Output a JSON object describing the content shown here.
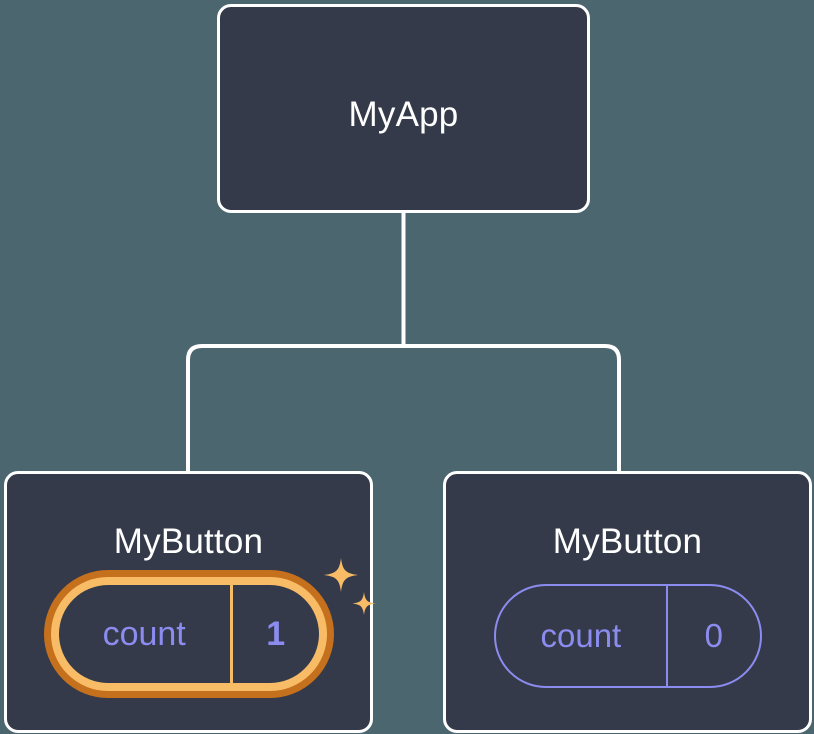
{
  "diagram": {
    "type": "react-component-tree",
    "background_color": "#4c6670",
    "node_fill_color": "#343a49",
    "node_border_color": "#ffffff",
    "connector_color": "#ffffff",
    "state_text_color": "#8c8cf0",
    "highlight_outer_color": "#c4701c",
    "highlight_inner_color": "#f9bc66",
    "sparkle_color": "#f9bc66"
  },
  "root": {
    "title": "MyApp"
  },
  "children": [
    {
      "title": "MyButton",
      "state_key": "count",
      "state_value": "1",
      "highlighted": true,
      "sparkles": 2
    },
    {
      "title": "MyButton",
      "state_key": "count",
      "state_value": "0",
      "highlighted": false,
      "sparkles": 0
    }
  ]
}
